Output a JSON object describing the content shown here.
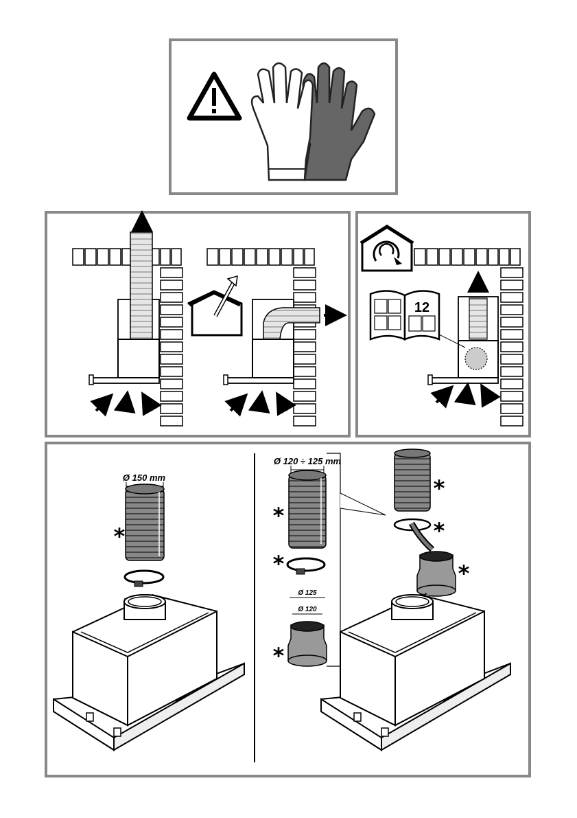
{
  "gloves_panel": {
    "warning_icon": "warning-triangle-icon",
    "gloves_icon": "protective-gloves-icon"
  },
  "ducted_panel": {
    "outside_icon": "house-outlet-icon"
  },
  "recirculation_panel": {
    "recirculation_icon": "house-recirculation-icon",
    "manual_icon": "open-manual-icon",
    "manual_page": "12"
  },
  "installation_panel": {
    "duct_150_label": "Ø 150 mm",
    "duct_120_125_label": "Ø 120 ÷ 125 mm",
    "adapter_125_label": "Ø 125",
    "adapter_120_label": "Ø 120",
    "optional_marker": "*"
  }
}
